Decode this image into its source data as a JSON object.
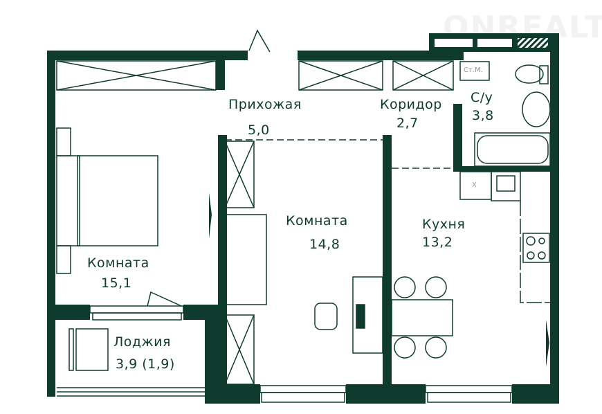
{
  "watermark": "ONREALT",
  "colors": {
    "wall": "#0e3b2e",
    "line": "#0e3b2e",
    "background": "#ffffff"
  },
  "rooms": [
    {
      "name": "Прихожая",
      "area": "5,0"
    },
    {
      "name": "Коридор",
      "area": "2,7"
    },
    {
      "name": "С/у",
      "area": "3,8"
    },
    {
      "name": "Комната",
      "area": "14,8"
    },
    {
      "name": "Кухня",
      "area": "13,2"
    },
    {
      "name": "Комната",
      "area": "15,1"
    },
    {
      "name": "Лоджия",
      "area": "3,9 (1,9)"
    }
  ],
  "labels": {
    "washing_machine": "Ст.М.",
    "fridge": "Х"
  }
}
